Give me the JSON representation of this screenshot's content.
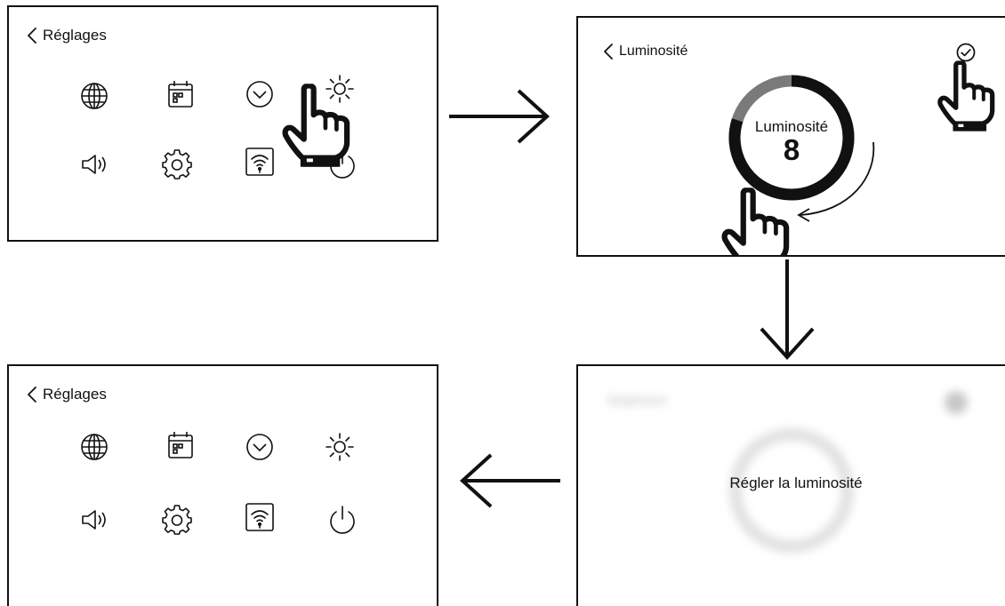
{
  "settings_screen": {
    "back_label": "Réglages",
    "icons": [
      "globe-icon",
      "calendar-icon",
      "clock-icon",
      "brightness-icon",
      "speaker-icon",
      "gear-icon",
      "wifi-icon",
      "power-icon"
    ]
  },
  "brightness_screen": {
    "back_label": "Luminosité",
    "ring_label": "Luminosité",
    "brightness_value": "8",
    "confirm_icon": "check-circle-icon"
  },
  "confirmation_screen": {
    "blurred_back_label": "Brightness",
    "message": "Régler la luminosité"
  },
  "result_screen": {
    "back_label": "Réglages"
  },
  "colors": {
    "outline": "#111111",
    "ring_track": "#7a7a7a",
    "ring_fill": "#111111",
    "blur_grey": "#c8c8c8"
  }
}
